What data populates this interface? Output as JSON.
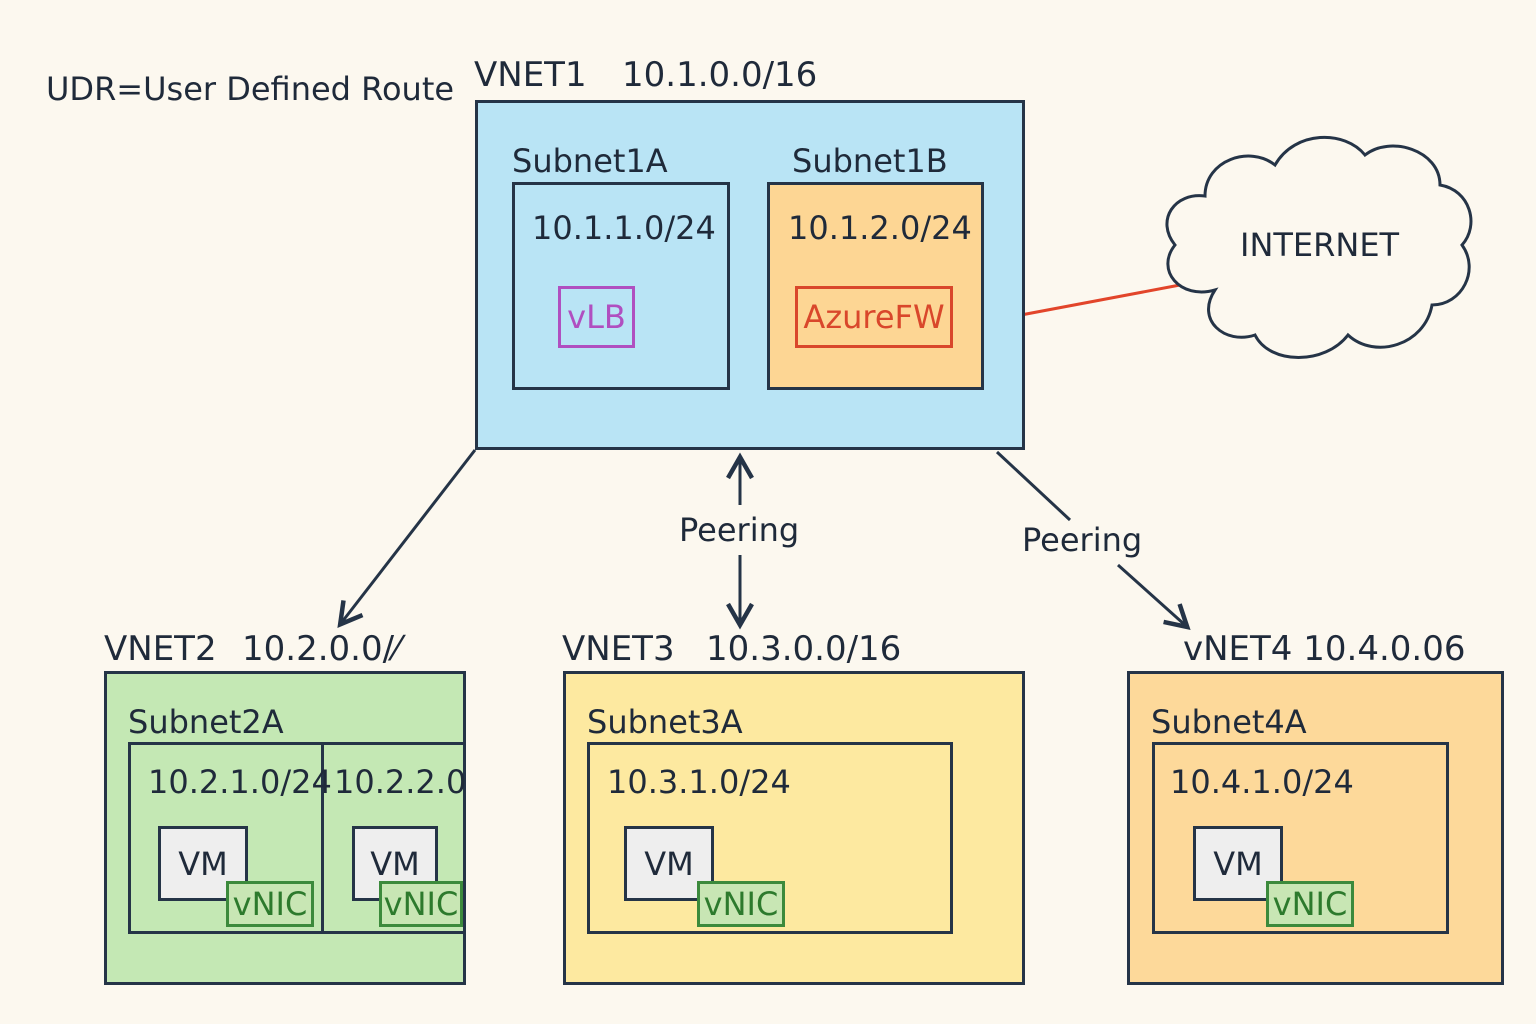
{
  "legend": "UDR=User Defined Route",
  "colors": {
    "vnet1": "#b9e4f5",
    "vnet2": "#c4e8b4",
    "vnet3": "#fde9a0",
    "vnet4": "#fdd99a",
    "subnet1b": "#fdd694",
    "firewall": "#d9472b",
    "load_balancer": "#b04fc0",
    "vnic": "#3c8a3c",
    "internet_link": "#e2452a"
  },
  "vnet1": {
    "name": "VNET1",
    "cidr": "10.1.0.0/16",
    "subnet_a": {
      "name": "Subnet1A",
      "cidr": "10.1.1.0/24",
      "device": "vLB"
    },
    "subnet_b": {
      "name": "Subnet1B",
      "cidr": "10.1.2.0/24",
      "device": "AzureFW"
    }
  },
  "internet": {
    "label": "INTERNET",
    "icon": "cloud-icon"
  },
  "peering_labels": {
    "center": "Peering",
    "right": "Peering"
  },
  "vnet2": {
    "name": "VNET2",
    "cidr": "10.2.0.0/⁄",
    "subnet": "Subnet2A",
    "cidr_a": "10.2.1.0/24",
    "cidr_b": "10.2.2.0",
    "vm_a": "VM",
    "vnic_a": "vNIC",
    "vm_b": "VM",
    "vnic_b": "vNIC"
  },
  "vnet3": {
    "name": "VNET3",
    "cidr": "10.3.0.0/16",
    "subnet": "Subnet3A",
    "subnet_cidr": "10.3.1.0/24",
    "vm": "VM",
    "vnic": "vNIC"
  },
  "vnet4": {
    "title": "vNET4 10.4.0.06",
    "subnet": "Subnet4A",
    "subnet_cidr": "10.4.1.0/24",
    "vm": "VM",
    "vnic": "vNIC"
  }
}
